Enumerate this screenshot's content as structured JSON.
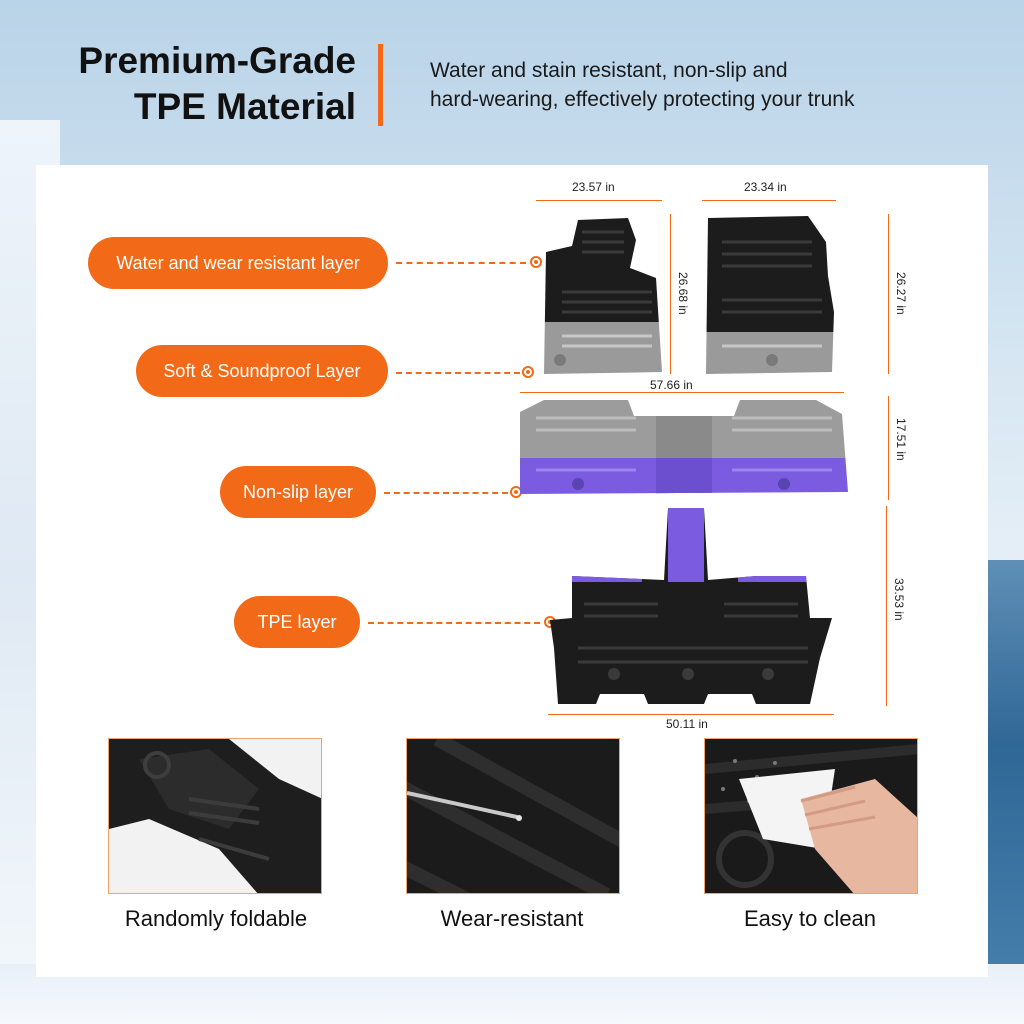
{
  "header": {
    "title_line1": "Premium-Grade",
    "title_line2": "TPE Material",
    "subtitle_line1": "Water and stain resistant, non-slip and",
    "subtitle_line2": "hard-wearing, effectively protecting your trunk"
  },
  "layers": [
    {
      "label": "Water and wear resistant layer"
    },
    {
      "label": "Soft & Soundproof Layer"
    },
    {
      "label": "Non-slip layer"
    },
    {
      "label": "TPE layer"
    }
  ],
  "dimensions": {
    "front_left_width": "23.57 in",
    "front_right_width": "23.34 in",
    "front_left_height": "26.68 in",
    "front_right_height": "26.27 in",
    "second_row_width": "57.66 in",
    "second_row_height": "17.51 in",
    "third_row_height": "33.53 in",
    "third_row_width": "50.11 in"
  },
  "features": [
    {
      "caption": "Randomly foldable"
    },
    {
      "caption": "Wear-resistant"
    },
    {
      "caption": "Easy to clean"
    }
  ],
  "colors": {
    "accent": "#f26a17",
    "purple": "#7b5ce0",
    "mat_black": "#1c1c1c",
    "mat_gray": "#9a9a9a"
  }
}
